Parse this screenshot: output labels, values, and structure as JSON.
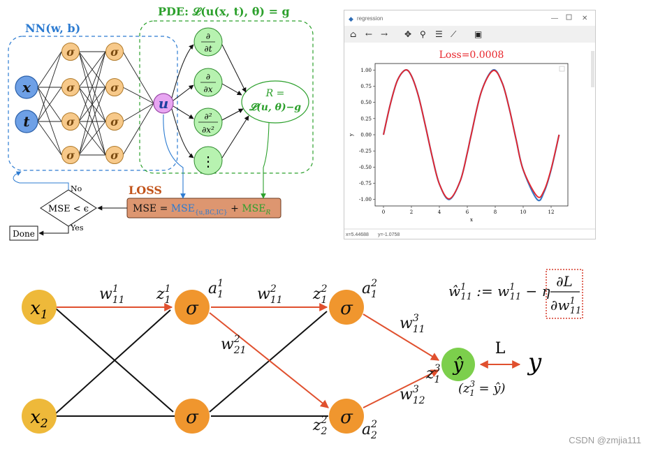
{
  "pinn": {
    "nn_title": "NN(w, b)",
    "pde_title": "PDE: 𝓛(u(x, t), θ) = g",
    "input_x": "x",
    "input_t": "t",
    "sigma": "σ",
    "output_u": "u",
    "deriv_t_num": "∂",
    "deriv_t_den": "∂t",
    "deriv_x_num": "∂",
    "deriv_x_den": "∂x",
    "deriv_xx_num": "∂²",
    "deriv_xx_den": "∂x²",
    "deriv_more": "⋮",
    "residual_line1": "R =",
    "residual_line2": "𝓛(u, θ)−g",
    "loss_title": "LOSS",
    "mse_prefix": "MSE = ",
    "mse_u": "MSE",
    "mse_u_sub": "{u,BC,IC}",
    "mse_plus": " + ",
    "mse_r": "MSE",
    "mse_r_sub": "R",
    "decision": "MSE < ϵ",
    "no": "No",
    "yes": "Yes",
    "done": "Done",
    "colors": {
      "input": "#6ea0e6",
      "hidden": "#f7c98a",
      "output": "#e8a6f2",
      "deriv": "#b7f2b0",
      "nn_border": "#2c7bd1",
      "pde_border": "#2ca02c",
      "loss_title": "#c1531a",
      "loss_box": "#dd9670"
    }
  },
  "plot_window": {
    "title": "regression",
    "toolbar_icons": [
      "home-icon",
      "back-arrow-icon",
      "forward-arrow-icon",
      "pan-icon",
      "zoom-icon",
      "configure-icon",
      "edit-axis-icon",
      "save-icon"
    ],
    "status_x": "x=5.44688",
    "status_y": "y=-1.0758",
    "window_controls": [
      "minimize-icon",
      "maximize-icon",
      "close-icon"
    ]
  },
  "chart_data": {
    "type": "line",
    "title": "Loss=0.0008",
    "xlabel": "x",
    "ylabel": "y",
    "xlim": [
      -0.6,
      13.2
    ],
    "ylim": [
      -1.1,
      1.1
    ],
    "xticks": [
      0,
      2,
      4,
      6,
      8,
      10,
      12
    ],
    "yticks": [
      -1.0,
      -0.75,
      -0.5,
      -0.25,
      0.0,
      0.25,
      0.5,
      0.75,
      1.0
    ],
    "ytick_labels": [
      "-1.00",
      "-0.75",
      "-0.50",
      "-0.25",
      "0.00",
      "0.25",
      "0.50",
      "0.75",
      "1.00"
    ],
    "grid": false,
    "legend": "top-right",
    "series": [
      {
        "color": "#3b78c2",
        "x": [
          0,
          0.5,
          1,
          1.57,
          2,
          2.5,
          3,
          3.5,
          4,
          4.71,
          5.5,
          6,
          6.28,
          7,
          7.85,
          8.5,
          9,
          9.5,
          10,
          11,
          11.5,
          12,
          12.57
        ],
        "y": [
          0,
          0.48,
          0.84,
          1.0,
          0.91,
          0.6,
          0.14,
          -0.35,
          -0.76,
          -1.0,
          -0.71,
          -0.28,
          0,
          0.66,
          1.0,
          0.8,
          0.41,
          -0.08,
          -0.54,
          -1.0,
          -0.88,
          -0.54,
          0
        ]
      },
      {
        "color": "#e8242a",
        "x": [
          0,
          0.5,
          1,
          1.57,
          2,
          2.5,
          3,
          3.5,
          4,
          4.71,
          5.5,
          6,
          6.28,
          7,
          7.85,
          8.5,
          9,
          9.5,
          10,
          11,
          11.5,
          12,
          12.57
        ],
        "y": [
          0,
          0.48,
          0.84,
          1.0,
          0.91,
          0.6,
          0.14,
          -0.35,
          -0.76,
          -0.99,
          -0.71,
          -0.28,
          0,
          0.66,
          0.99,
          0.8,
          0.41,
          -0.08,
          -0.54,
          -0.95,
          -0.86,
          -0.53,
          0
        ]
      }
    ]
  },
  "backprop": {
    "x1": "x",
    "x1_sub": "1",
    "x2": "x",
    "x2_sub": "2",
    "sigma": "σ",
    "w11_1": "w",
    "w11_1_sup": "1",
    "w11_1_sub": "11",
    "z1_1": "z",
    "z1_1_sup": "1",
    "z1_1_sub": "1",
    "a1_1": "a",
    "a1_1_sup": "1",
    "a1_1_sub": "1",
    "w11_2": "w",
    "w11_2_sup": "2",
    "w11_2_sub": "11",
    "w21_2": "w",
    "w21_2_sup": "2",
    "w21_2_sub": "21",
    "z1_2": "z",
    "z1_2_sup": "2",
    "z1_2_sub": "1",
    "a1_2": "a",
    "a1_2_sup": "2",
    "a1_2_sub": "1",
    "z2_2": "z",
    "z2_2_sup": "2",
    "z2_2_sub": "2",
    "a2_2": "a",
    "a2_2_sup": "2",
    "a2_2_sub": "2",
    "w11_3": "w",
    "w11_3_sup": "3",
    "w11_3_sub": "11",
    "w12_3": "w",
    "w12_3_sup": "3",
    "w12_3_sub": "12",
    "z1_3": "z",
    "z1_3_sup": "3",
    "z1_3_sub": "1",
    "yhat": "ŷ",
    "eq_note": "(z",
    "eq_note_sup": "3",
    "eq_note_sub": "1",
    "eq_note_rest": " = ŷ)",
    "loss_label": "L",
    "target": "y",
    "update_lhs": "ŵ",
    "update_lhs_sup": "1",
    "update_lhs_sub": "11",
    "update_assign": " := w",
    "update_w_sup": "1",
    "update_w_sub": "11",
    "update_minus": " − η",
    "grad_num": "∂L",
    "grad_den": "∂w",
    "grad_den_sup": "1",
    "grad_den_sub": "11",
    "colors": {
      "input": "#eeb93a",
      "hidden": "#f0962e",
      "output": "#7ccf4c",
      "active_edge": "#e0502e",
      "edge": "#111111"
    }
  },
  "watermark": "CSDN @zmjia111"
}
